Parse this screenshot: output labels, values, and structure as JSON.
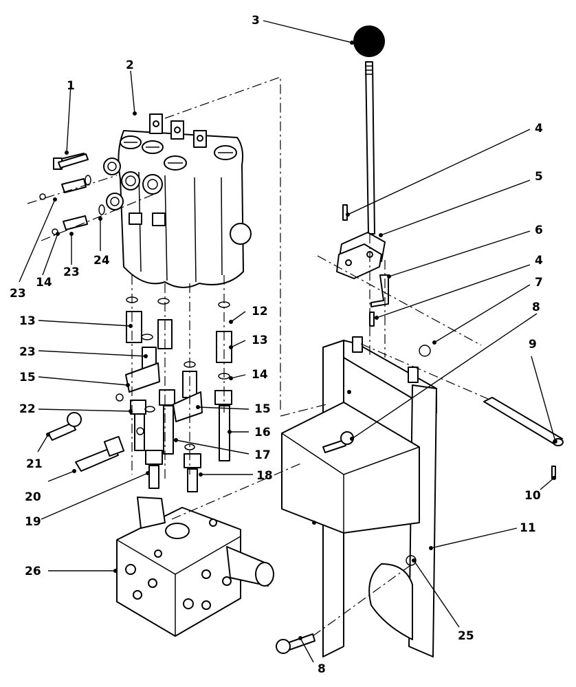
{
  "callouts": {
    "c1": "1",
    "c2": "2",
    "c3": "3",
    "c4a": "4",
    "c4b": "4",
    "c5": "5",
    "c6": "6",
    "c7": "7",
    "c8a": "8",
    "c8b": "8",
    "c9": "9",
    "c10": "10",
    "c11": "11",
    "c12": "12",
    "c13a": "13",
    "c13b": "13",
    "c14a": "14",
    "c14b": "14",
    "c15a": "15",
    "c15b": "15",
    "c16": "16",
    "c17": "17",
    "c18": "18",
    "c19": "19",
    "c20": "20",
    "c21": "21",
    "c22": "22",
    "c23a": "23",
    "c23b": "23",
    "c23c": "23",
    "c24": "24",
    "c25": "25",
    "c26": "26"
  }
}
